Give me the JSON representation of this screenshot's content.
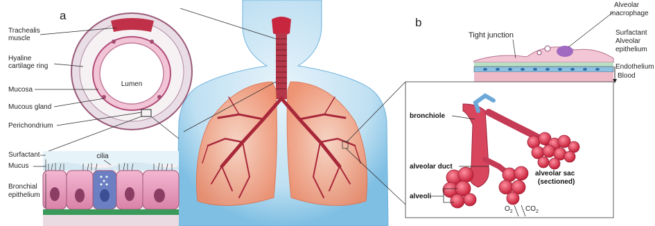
{
  "panels": {
    "a": "a",
    "b": "b"
  },
  "trachea": {
    "trachealis_line1": "Trachealis",
    "trachealis_line2": "muscle",
    "hyaline_line1": "Hyaline",
    "hyaline_line2": "cartilage ring",
    "mucosa": "Mucosa",
    "mucous_gland": "Mucous gland",
    "perichondrium": "Perichondrium",
    "lumen": "Lumen"
  },
  "epithelium": {
    "surfactant": "Surfactant",
    "mucus": "Mucus",
    "cilia": "cilia",
    "bronchial_line1": "Bronchial",
    "bronchial_line2": "epithelium"
  },
  "alveolus": {
    "tight_junction": "Tight junction",
    "macrophage_line1": "Alveolar",
    "macrophage_line2": "macrophage",
    "surfactant": "Surfactant",
    "epithelium_line1": "Alveolar",
    "epithelium_line2": "epithelium",
    "endothelium": "Endothelium",
    "blood": "Blood",
    "bronchiole": "bronchiole",
    "alveolar_duct": "alveolar duct",
    "alveolar_sac_line1": "alveolar sac",
    "alveolar_sac_line2": "(sectioned)",
    "alveoli": "alveoli",
    "o2": "O",
    "o2_sub": "2",
    "co2": "CO",
    "co2_sub": "2"
  }
}
